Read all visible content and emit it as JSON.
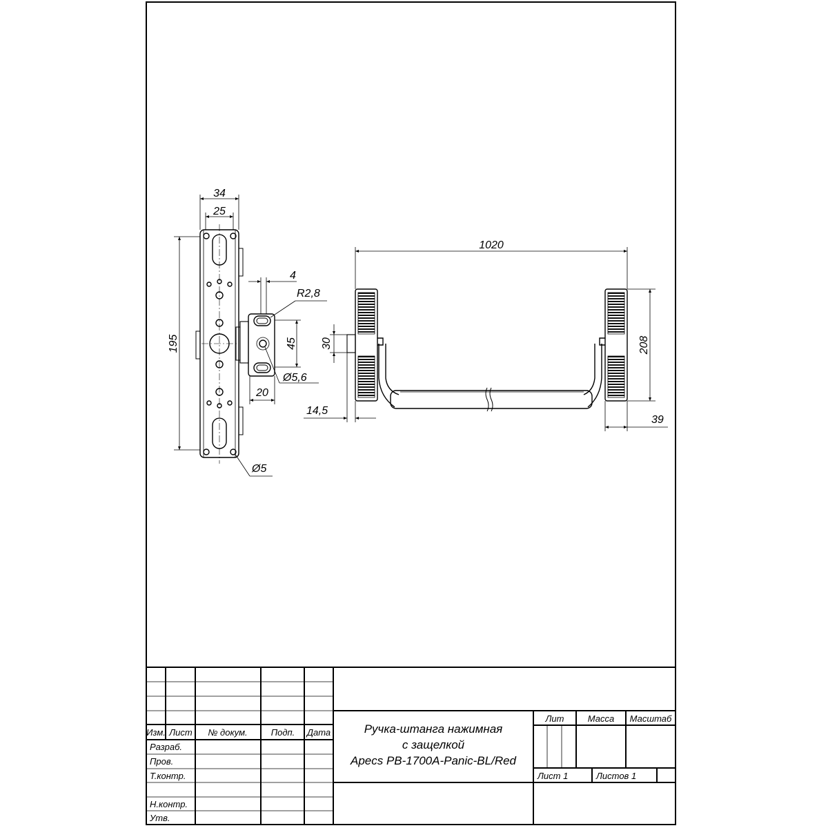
{
  "drawing": {
    "dimensions": {
      "plate_width_outer": "34",
      "plate_width_inner": "25",
      "plate_height": "195",
      "latch_offset": "4",
      "latch_radius": "R2,8",
      "latch_height": "45",
      "latch_hole": "Ø5,6",
      "latch_depth": "20",
      "plate_hole": "Ø5",
      "bar_length": "1020",
      "spindle_height": "30",
      "spindle_offset": "14,5",
      "end_height": "208",
      "end_depth": "39"
    }
  },
  "title_block": {
    "header_columns": [
      "Изм.",
      "Лист",
      "№ докум.",
      "Подп.",
      "Дата"
    ],
    "roles": [
      "Разраб.",
      "Пров.",
      "Т.контр.",
      "",
      "Н.контр.",
      "Утв."
    ],
    "title_lines": [
      "Ручка-штанга нажимная",
      "с защелкой",
      "Apecs PB-1700A-Panic-BL/Red"
    ],
    "lit_label": "Лит",
    "mass_label": "Масса",
    "scale_label": "Масштаб",
    "sheet_label": "Лист  1",
    "sheets_label": "Листов  1"
  }
}
